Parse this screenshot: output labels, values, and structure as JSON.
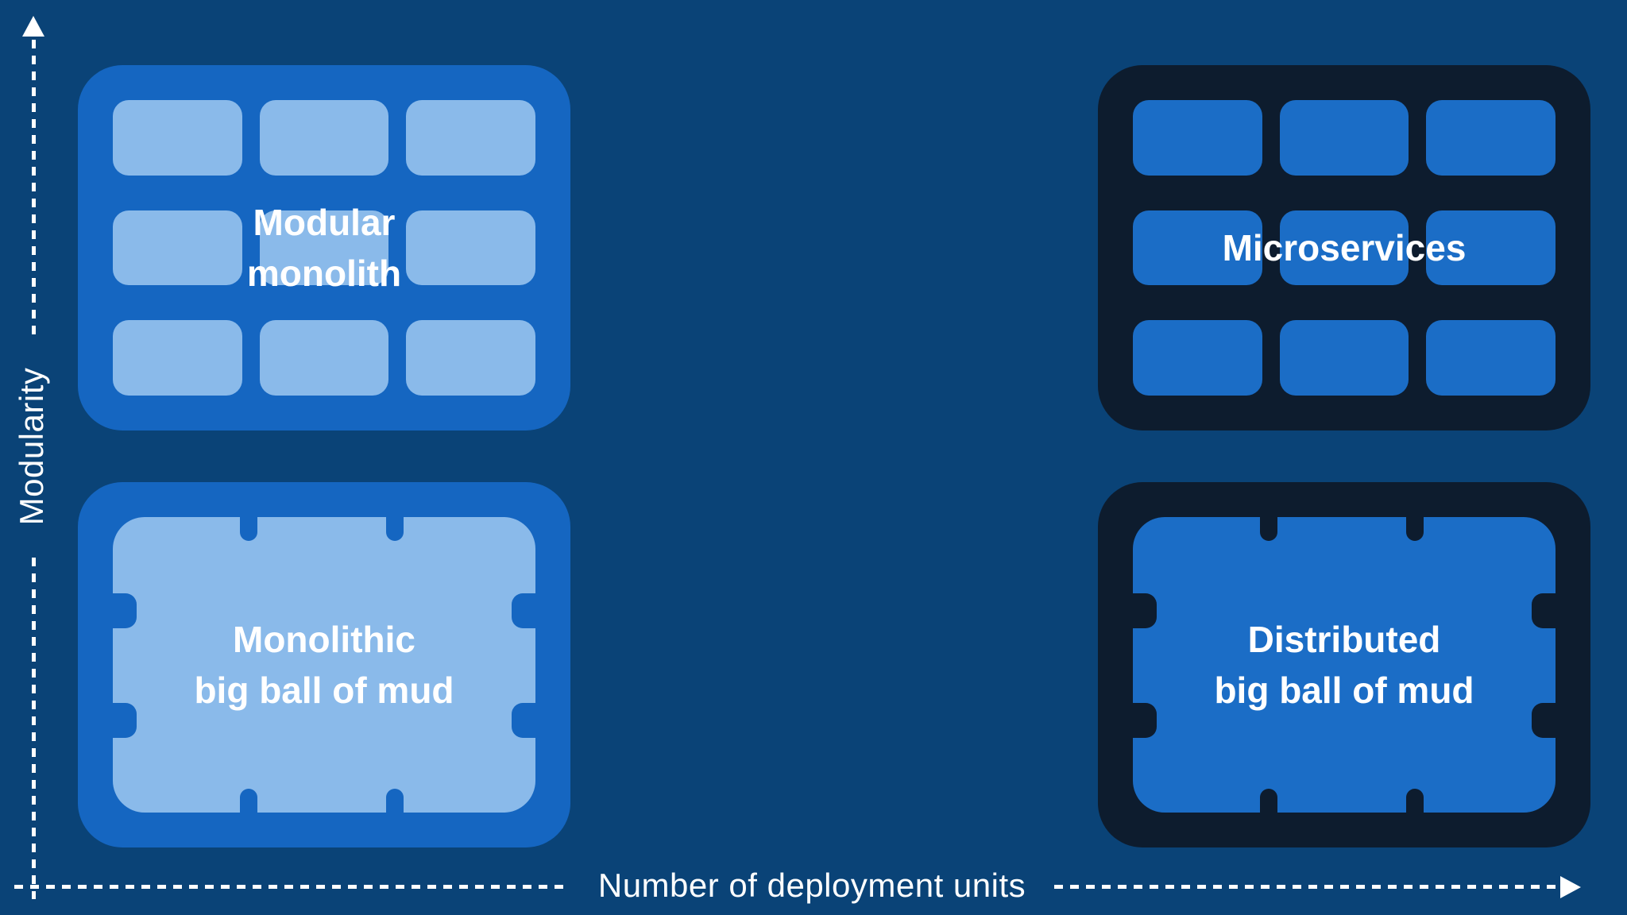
{
  "diagram": {
    "y_axis": {
      "label": "Modularity"
    },
    "x_axis": {
      "label": "Number of deployment units"
    },
    "quadrants": [
      {
        "id": "modular-monolith",
        "position": "top-left",
        "representation": "modules-grid",
        "lines": [
          "Modular",
          "monolith"
        ]
      },
      {
        "id": "microservices",
        "position": "top-right",
        "representation": "modules-grid",
        "lines": [
          "Microservices"
        ]
      },
      {
        "id": "monolithic-big-ball-of-mud",
        "position": "bottom-left",
        "representation": "fused-blob",
        "lines": [
          "Monolithic",
          "big ball of mud"
        ]
      },
      {
        "id": "distributed-big-ball-of-mud",
        "position": "bottom-right",
        "representation": "fused-blob",
        "lines": [
          "Distributed",
          "big ball of mud"
        ]
      }
    ],
    "colors": {
      "background": "#0a4377",
      "container_blue": "#1566c1",
      "module_light_blue": "#8abaea",
      "container_dark_navy": "#0d1c2e",
      "module_blue": "#1b6dc6",
      "axis_white": "#ffffff"
    }
  }
}
